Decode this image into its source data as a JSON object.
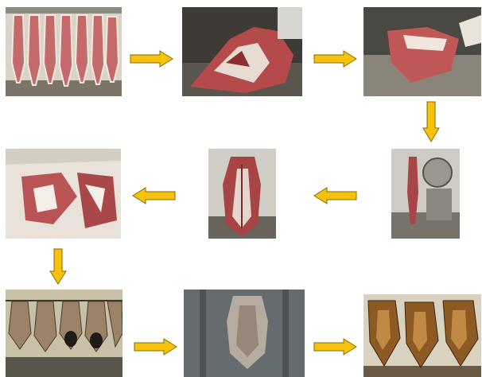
{
  "diagram": {
    "arrow_color": "#f6c20c",
    "arrow_outline": "#8a6a00",
    "steps": [
      {
        "icon": "hanging-lamb-carcasses-photo"
      },
      {
        "icon": "carcass-on-table-photo"
      },
      {
        "icon": "deboning-carcass-photo"
      },
      {
        "icon": "hanging-carcass-scale-photo"
      },
      {
        "icon": "flattened-carcass-photo"
      },
      {
        "icon": "salted-carcass-photo"
      },
      {
        "icon": "drying-room-carcasses-photo"
      },
      {
        "icon": "smoking-chamber-photo"
      },
      {
        "icon": "cured-hanging-carcasses-photo"
      }
    ]
  }
}
